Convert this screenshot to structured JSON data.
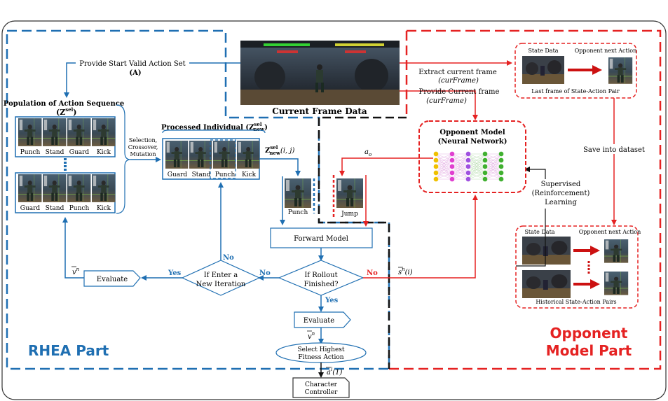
{
  "labels": {
    "provide_start": "Provide Start Valid Action Set",
    "label_a": "(A)",
    "extract_frame": "Extract current frame",
    "cur_frame_1": "(curFrame)",
    "provide_current": "Provide Current frame",
    "cur_frame_2": "(curFrame)",
    "current_frame_data": "Current Frame Data",
    "population_title": "Population of Action Sequence",
    "population_var": "(Z",
    "population_sup": "sel",
    "population_close": ")",
    "processed_title": "Processed Individual (Z",
    "processed_sub": "new",
    "processed_sup": "sel",
    "processed_close": ")",
    "z_new_ij": "Z",
    "z_new_ij_sub": "new",
    "z_new_ij_sup": "sel",
    "z_new_ij_args": "(i, j)",
    "selection": "Selection,",
    "crossover": "Crossover,",
    "mutation": "Mutation",
    "state_data_top": "State Data",
    "opp_next_top": "Opponent next Action",
    "last_frame": "Last frame of State-Action Pair",
    "save_dataset": "Save into dataset",
    "opponent_model": "Opponent Model",
    "neural_network": "(Neural Network)",
    "a_o": "a",
    "a_o_sub": "o",
    "jump": "Jump",
    "punch_single": "Punch",
    "supervised": "Supervised",
    "reinforcement": "(Reinforcement)",
    "learning": "Learning",
    "state_data_bottom": "State Data",
    "opp_next_bottom": "Opponent next Action",
    "historical": "Historical State-Action Pairs",
    "forward_model": "Forward Model",
    "if_rollout_1": "If Rollout",
    "if_rollout_2": "Finished?",
    "if_enter_1": "If Enter a",
    "if_enter_2": "New Iteration",
    "no_1": "No",
    "no_2": "No",
    "no_3": "No",
    "yes_1": "Yes",
    "yes_2": "Yes",
    "evaluate_left": "Evaluate",
    "evaluate_bottom": "Evaluate",
    "v_n_left": "v",
    "v_n_left_sup": "n",
    "v_n_bottom": "v",
    "v_n_bottom_sup": "n",
    "s_n_i": "s",
    "s_n_i_sup": "n",
    "s_n_i_args": "(i)",
    "select_highest_1": "Select Highest",
    "select_highest_2": "Fitness Action",
    "a_l_1": "a",
    "a_l_1_sup": "l",
    "a_l_1_args": "(1)",
    "character_1": "Character",
    "character_2": "Controller",
    "rhea_part": "RHEA Part",
    "opponent_part_1": "Opponent",
    "opponent_part_2": "Model Part"
  },
  "population_row1": [
    "Punch",
    "Stand",
    "Guard",
    "Kick"
  ],
  "population_row2": [
    "Guard",
    "Stand",
    "Punch",
    "Kick"
  ],
  "processed_row": [
    "Guard",
    "Stand",
    "Punch",
    "Kick"
  ],
  "colors": {
    "blue": "#1f6fb2",
    "red": "#e52222",
    "black": "#111111",
    "nn_yellow": "#f0c000",
    "nn_pink": "#e040d0",
    "nn_purple": "#a050e0",
    "nn_green": "#40b030"
  },
  "icons": [
    "game-screenshot-image",
    "fighter-thumbnail-image",
    "neural-network-icon",
    "arrow-icon"
  ]
}
